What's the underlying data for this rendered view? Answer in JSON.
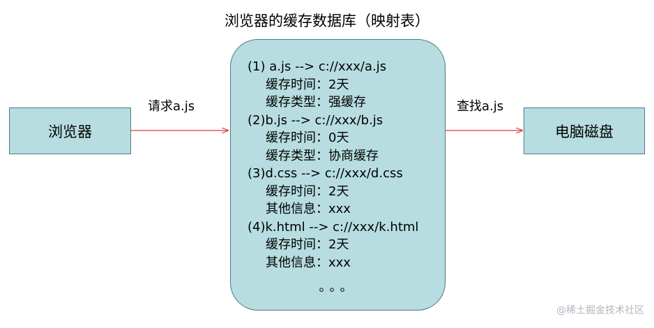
{
  "title": "浏览器的缓存数据库（映射表）",
  "browser_label": "浏览器",
  "disk_label": "电脑磁盘",
  "request_label": "请求a.js",
  "lookup_label": "查找a.js",
  "cache_lines": [
    {
      "text": "(1) a.js --> c://xxx/a.js",
      "indent": false
    },
    {
      "text": "缓存时间：2天",
      "indent": true
    },
    {
      "text": "缓存类型：强缓存",
      "indent": true
    },
    {
      "text": "(2)b.js --> c://xxx/b.js",
      "indent": false
    },
    {
      "text": "缓存时间：0天",
      "indent": true
    },
    {
      "text": "缓存类型：协商缓存",
      "indent": true
    },
    {
      "text": "(3)d.css --> c://xxx/d.css",
      "indent": false
    },
    {
      "text": "缓存时间：2天",
      "indent": true
    },
    {
      "text": "其他信息：xxx",
      "indent": true
    },
    {
      "text": "(4)k.html --> c://xxx/k.html",
      "indent": false
    },
    {
      "text": "缓存时间：2天",
      "indent": true
    },
    {
      "text": "其他信息：xxx",
      "indent": true
    }
  ],
  "ellipsis": "。。。",
  "watermark": "@稀土掘金技术社区",
  "colors": {
    "box_fill": "#b7dde0",
    "arrow": "#e0393e"
  }
}
